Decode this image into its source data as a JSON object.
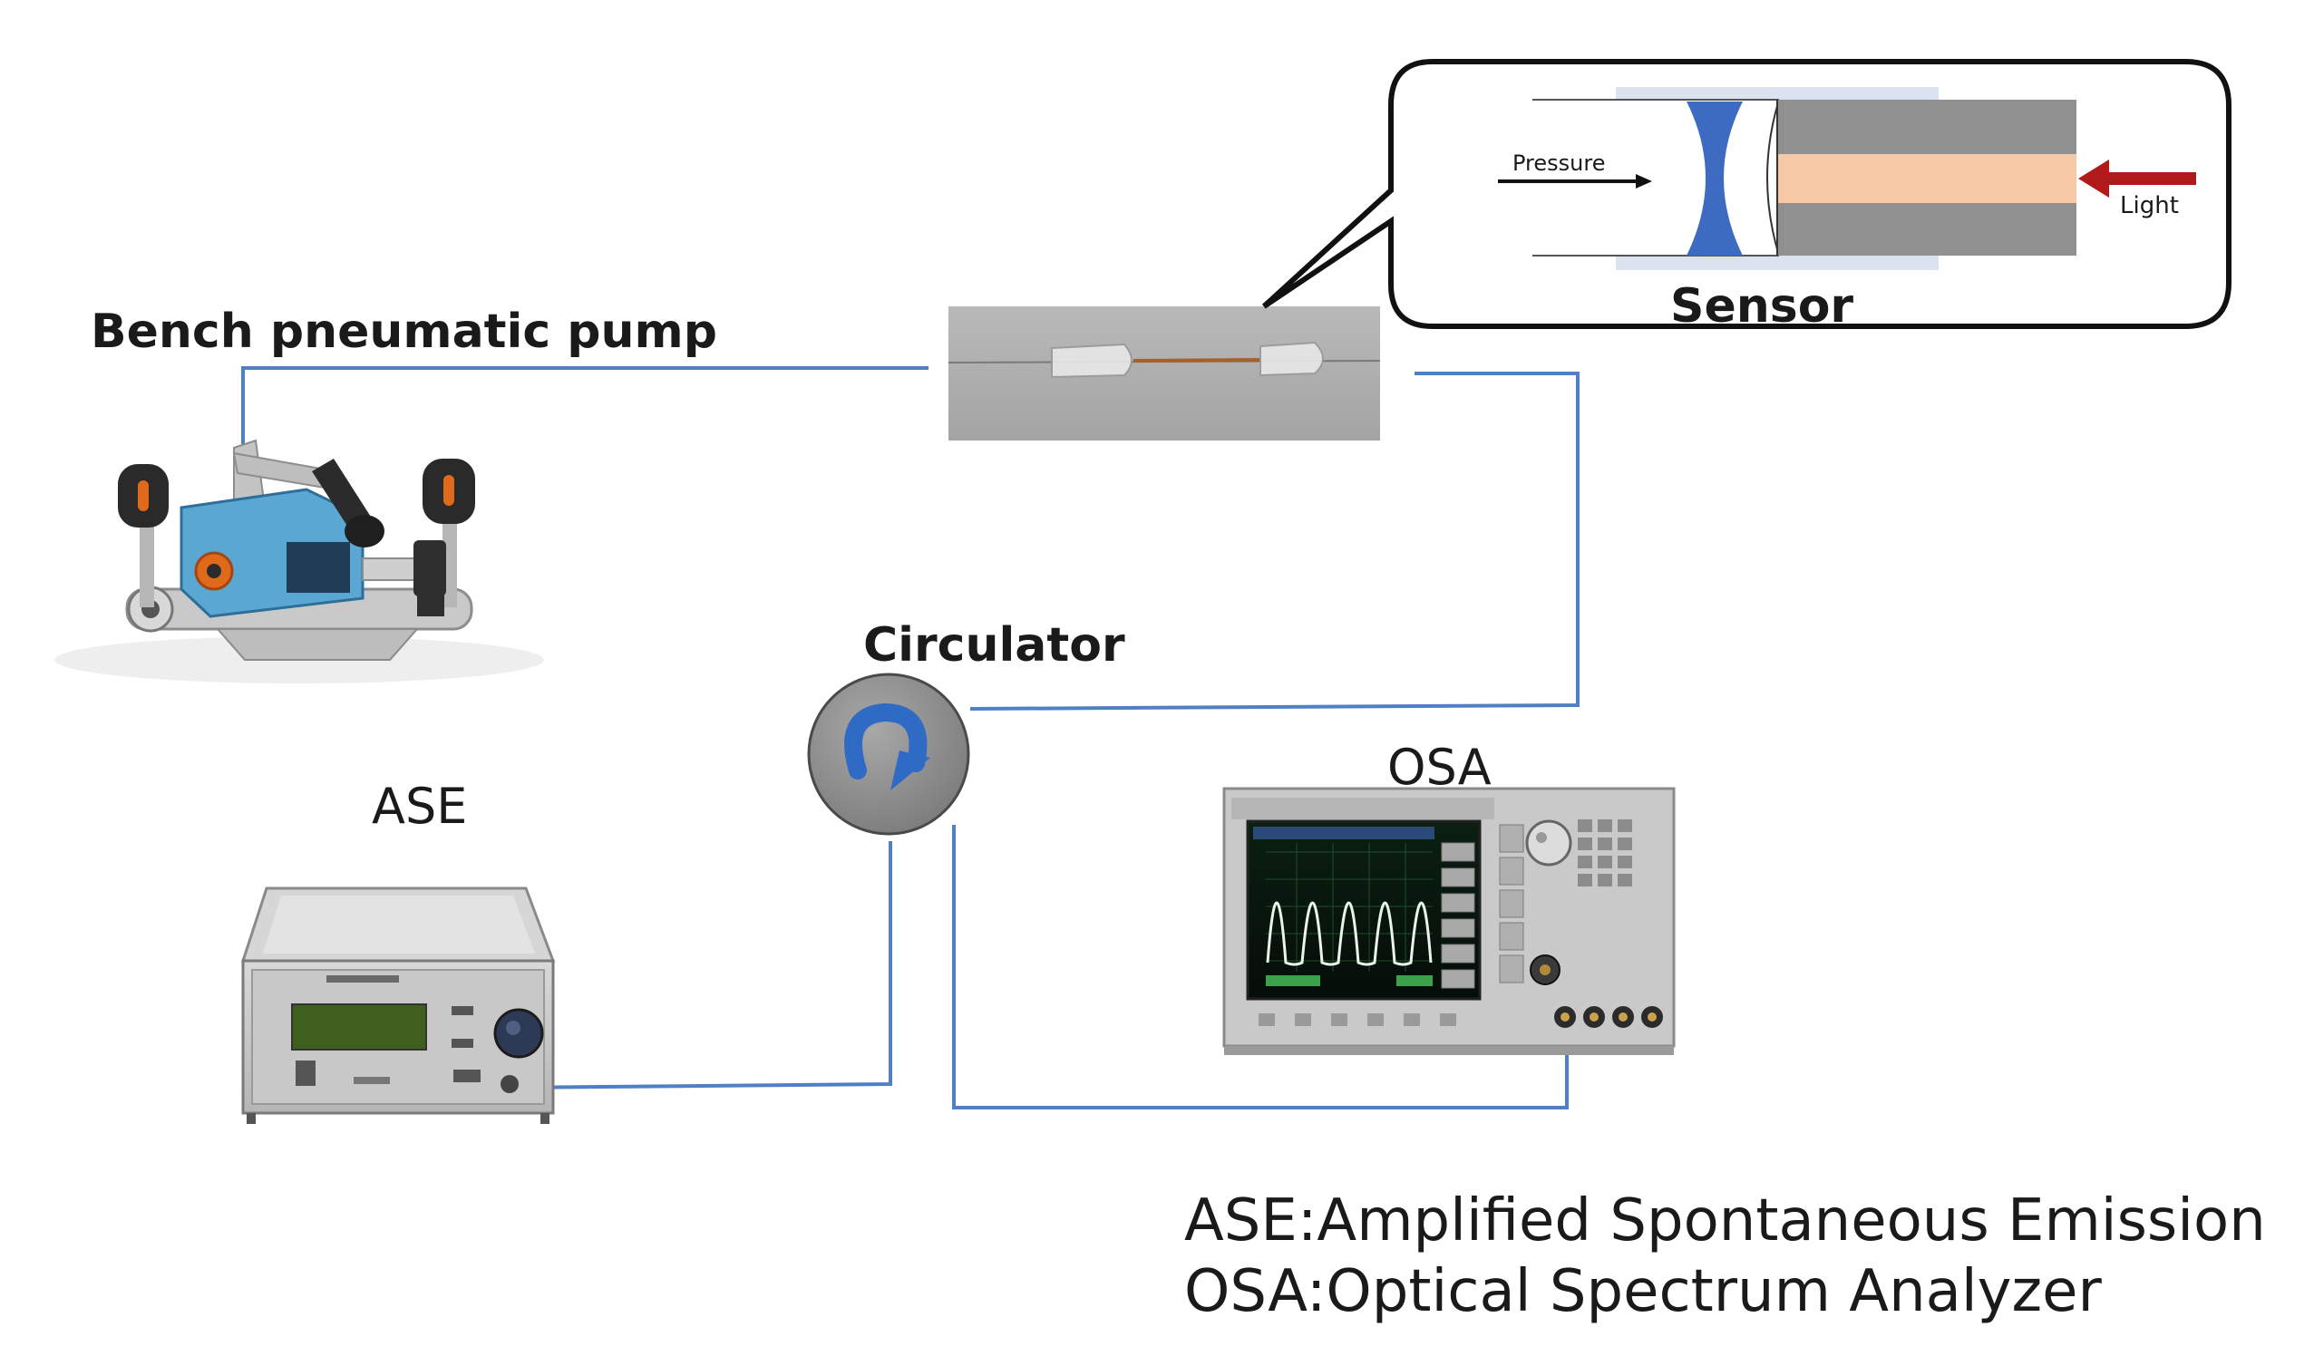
{
  "nodes": {
    "pump": {
      "label": "Bench pneumatic pump"
    },
    "circulator": {
      "label": "Circulator"
    },
    "ase": {
      "label": "ASE"
    },
    "osa": {
      "label": "OSA"
    },
    "sensor": {
      "label": "Sensor",
      "pressure_label": "Pressure",
      "light_label": "Light"
    }
  },
  "legend": {
    "line1": "ASE:Amplified Spontaneous Emission",
    "line2": "OSA:Optical Spectrum Analyzer"
  },
  "colors": {
    "fiber": "#4f7fc4",
    "light_arrow": "#b01a1a",
    "diaphragm": "#3d6bc2",
    "fiber_core": "#f6c9a6",
    "cladding": "#909090",
    "capillary": "#dbe3f0",
    "circulator_fill": "#8f8f8f",
    "circulator_arrow": "#2f6bc4",
    "pump_body": "#5aa7d4",
    "knob_accent": "#e06a1c"
  }
}
